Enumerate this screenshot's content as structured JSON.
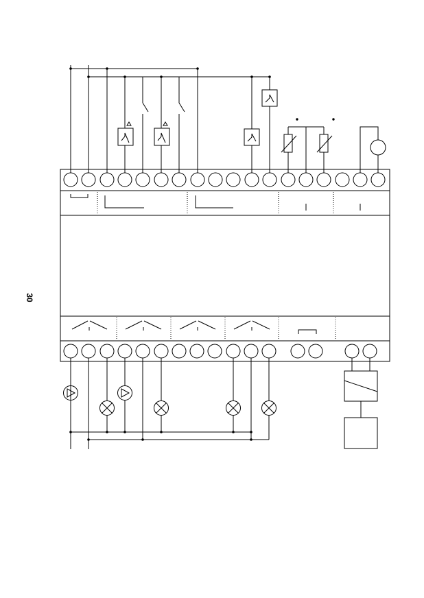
{
  "page": {
    "number": "30"
  },
  "colors": {
    "line": "#000000",
    "background": "#ffffff"
  },
  "diagram": {
    "type": "wiring-diagram",
    "top_terminal_count": 18,
    "bottom_terminals": {
      "left_group": 12,
      "middle_group": 2,
      "right_group": 2
    },
    "symbols": [
      "relay-contact-icon",
      "pump-icon",
      "lamp-icon",
      "sensor-resistor-icon",
      "meter-circle-icon",
      "actuator-box-icon",
      "switch-icon"
    ]
  }
}
